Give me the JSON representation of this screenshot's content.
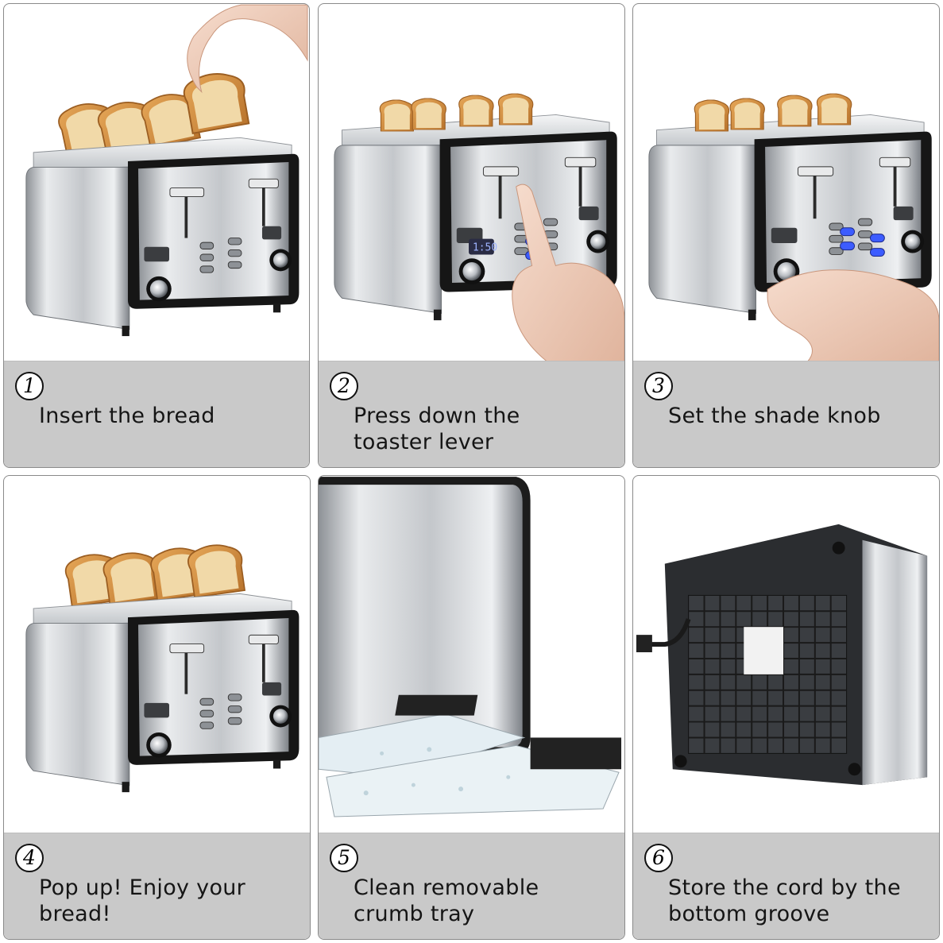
{
  "steps": [
    {
      "number": "1",
      "text": "Insert the bread"
    },
    {
      "number": "2",
      "text": "Press down the\ntoaster lever"
    },
    {
      "number": "3",
      "text": "Set the shade knob"
    },
    {
      "number": "4",
      "text": "Pop up! Enjoy your\nbread!"
    },
    {
      "number": "5",
      "text": "Clean removable\ncrumb tray"
    },
    {
      "number": "6",
      "text": "Store the cord by the\nbottom groove"
    }
  ],
  "display_readout": "1:50",
  "colors": {
    "caption_bg": "#c9c9c9",
    "panel_border": "#8a8a8a",
    "button_blue": "#3c5cff"
  }
}
